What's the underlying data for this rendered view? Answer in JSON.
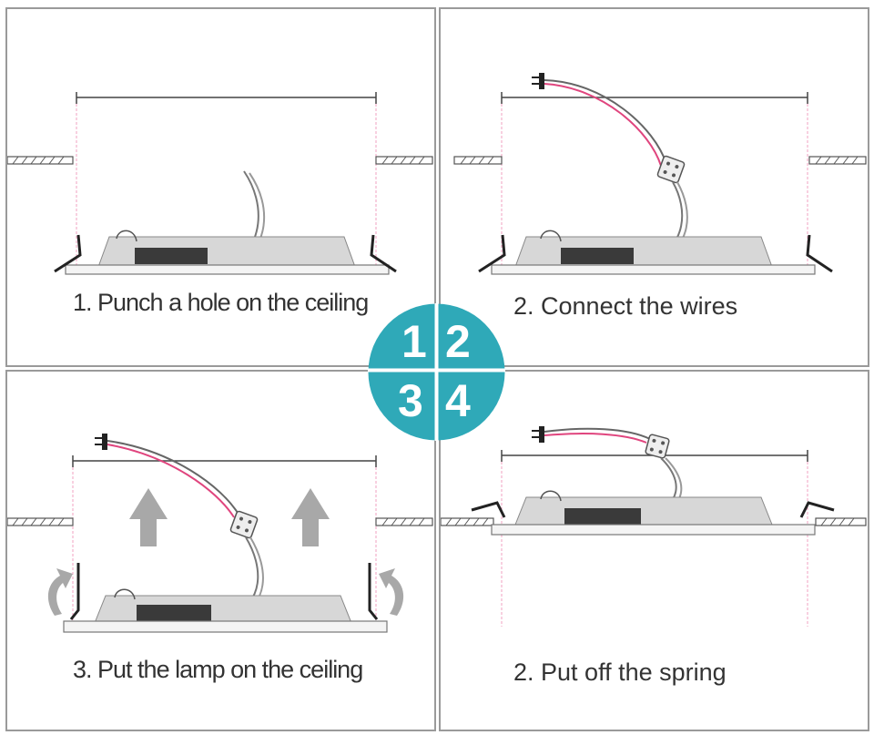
{
  "colors": {
    "badge": "#2fa9b8",
    "panel_border": "#9a9a9a",
    "wire_red": "#e0457e",
    "guide_line": "#f0a0c0",
    "arrow_gray": "#a8a8a8",
    "caption_text": "#333333"
  },
  "badge": {
    "numbers": [
      "1",
      "2",
      "3",
      "4"
    ]
  },
  "steps": [
    {
      "caption": "1. Punch a hole on the ceiling"
    },
    {
      "caption": "2. Connect the wires"
    },
    {
      "caption": "3. Put the lamp on the ceiling"
    },
    {
      "caption": "2. Put off the spring"
    }
  ]
}
